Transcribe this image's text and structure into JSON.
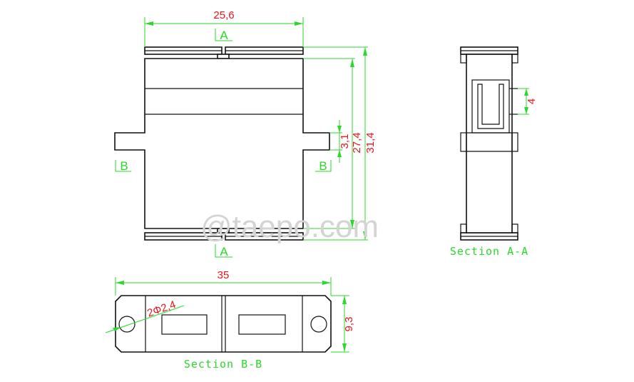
{
  "watermark": "@taepo.com",
  "dimensions": {
    "width_top": "25,6",
    "height_small": "3,1",
    "height_mid": "27,4",
    "height_total": "31,4",
    "side_depth": "4",
    "width_bottom": "35",
    "hole": "2Φ2,4",
    "depth_bottom": "9,3"
  },
  "section_markers": {
    "a_top": "A",
    "a_bottom": "A",
    "b_left": "B",
    "b_right": "B"
  },
  "section_labels": {
    "aa": "Section A-A",
    "bb": "Section B-B"
  },
  "colors": {
    "dimension_lines": "#2bd82b",
    "dimension_text": "#e8141c",
    "outline": "#111111"
  }
}
